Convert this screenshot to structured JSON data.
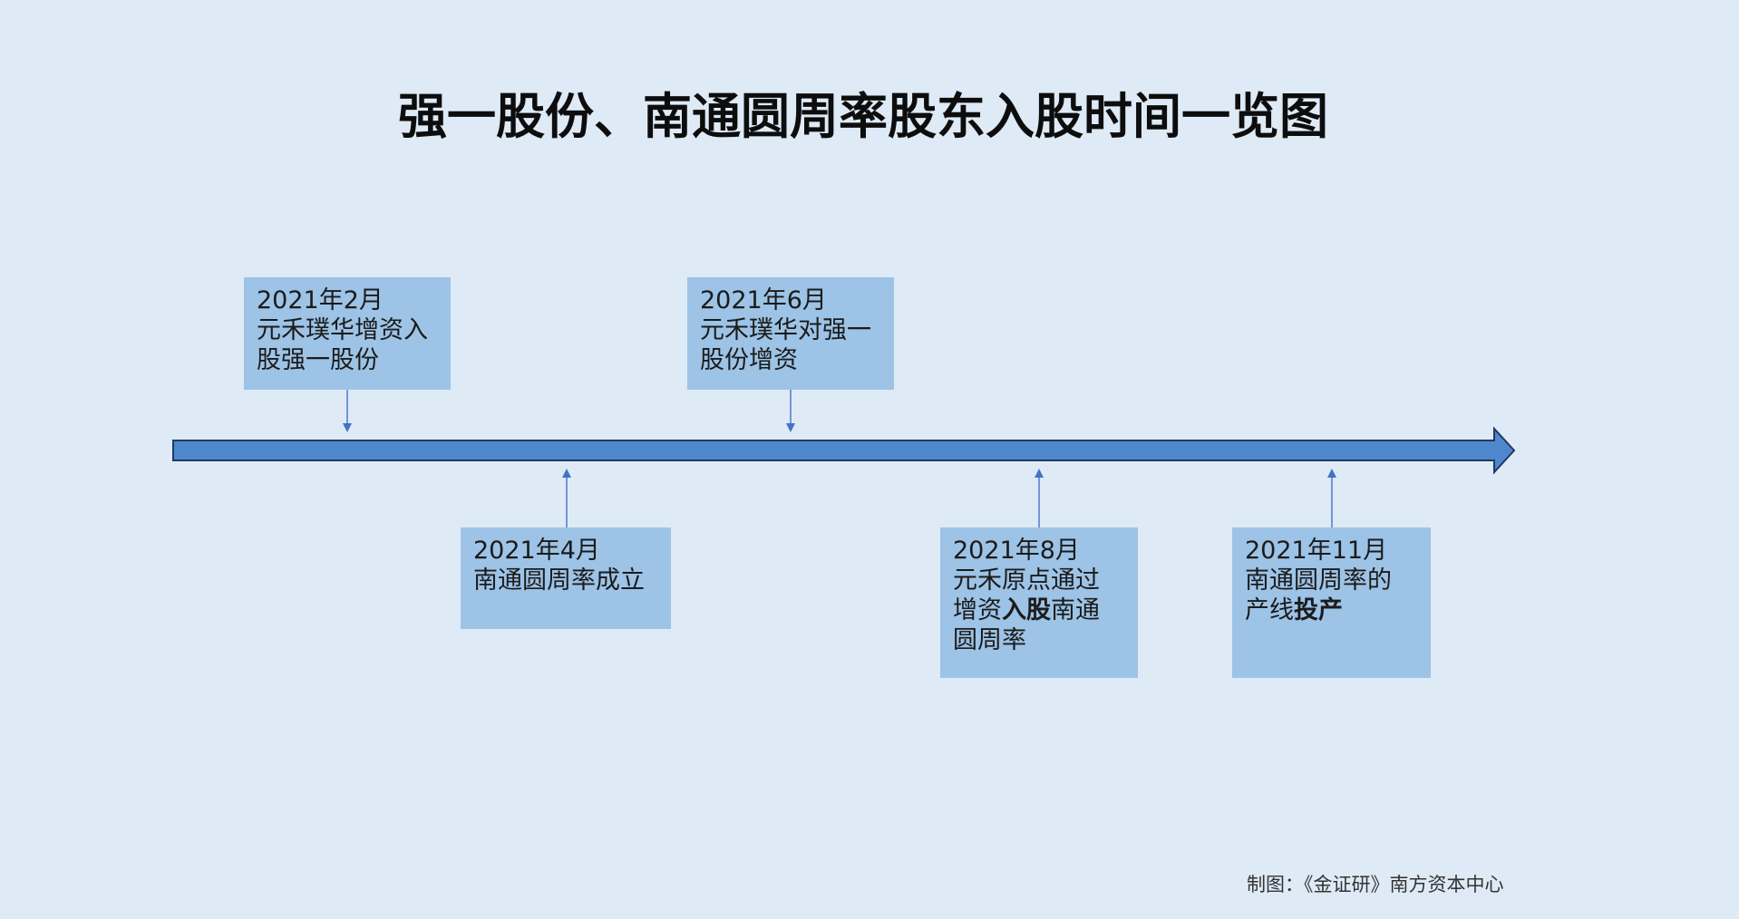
{
  "title": "强一股份、南通圆周率股东入股时间一览图",
  "timeline": {
    "events": [
      {
        "date": "2021年2月",
        "lines": [
          [
            {
              "text": "元禾璞华增资入"
            }
          ],
          [
            {
              "text": "股强一股份"
            }
          ]
        ]
      },
      {
        "date": "2021年4月",
        "lines": [
          [
            {
              "text": "南通圆周率成立"
            }
          ]
        ]
      },
      {
        "date": "2021年6月",
        "lines": [
          [
            {
              "text": "元禾璞华对强一"
            }
          ],
          [
            {
              "text": "股份增资"
            }
          ]
        ]
      },
      {
        "date": "2021年8月",
        "lines": [
          [
            {
              "text": "元禾原点通过"
            }
          ],
          [
            {
              "text": "增资"
            },
            {
              "text": "入股",
              "bold": true
            },
            {
              "text": "南通"
            }
          ],
          [
            {
              "text": "圆周率"
            }
          ]
        ]
      },
      {
        "date": "2021年11月",
        "lines": [
          [
            {
              "text": "南通圆周率的"
            }
          ],
          [
            {
              "text": "产线"
            },
            {
              "text": "投产",
              "bold": true
            }
          ]
        ]
      }
    ]
  },
  "footer": {
    "credit": "制图：《金证研》南方资本中心"
  },
  "colors": {
    "background": "#deeaf6",
    "box": "#9dc3e6",
    "arrow": "#4f87cf",
    "arrow_border": "#1f3a60",
    "connector": "#4472c4"
  }
}
